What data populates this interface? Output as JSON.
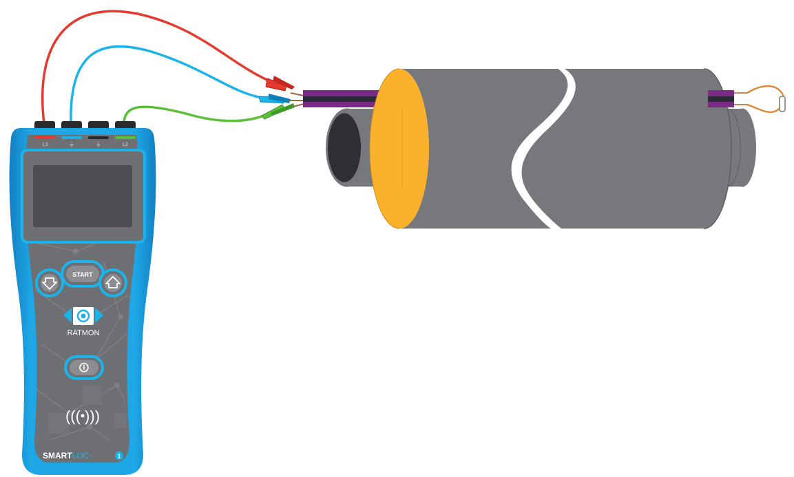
{
  "device": {
    "ports": [
      {
        "label": "L1",
        "color": "#e53a2f"
      },
      {
        "label": "",
        "color": "#1ab4ea"
      },
      {
        "label": "",
        "color": "#2b2b2b"
      },
      {
        "label": "L2",
        "color": "#5bbf3a"
      }
    ],
    "start_label": "START",
    "brand": "RATMON",
    "model_bold": "SMART",
    "model_light": "LOC",
    "model_suffix": "1",
    "colors": {
      "body": "#1aa0e0",
      "face": "#6e6f73",
      "screen": "#4d4e52"
    }
  },
  "pipe": {
    "colors": {
      "pipe": "#77787c",
      "insulation": "#fbb12c",
      "wires": "#7b2a86",
      "loop": "#e08a3e"
    }
  },
  "icons": [
    "down-arrow-icon",
    "up-arrow-icon",
    "locator-icon",
    "power-icon",
    "wireless-icon"
  ]
}
